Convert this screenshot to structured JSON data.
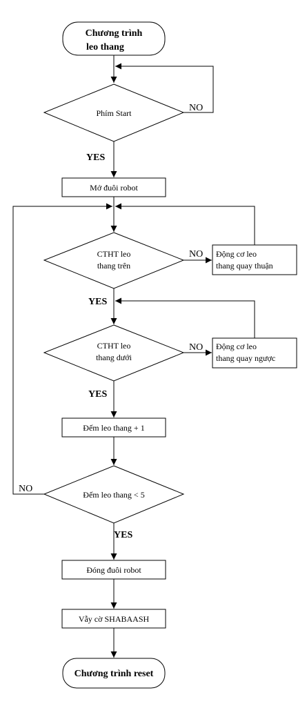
{
  "flowchart": {
    "start_line1": "Chương trình",
    "start_line2": "leo thang",
    "d1_label": "Phím Start",
    "d1_no": "NO",
    "d1_yes": "YES",
    "p1_label": "Mở đuôi robot",
    "d2_line1": "CTHT leo",
    "d2_line2": "thang trên",
    "d2_no": "NO",
    "d2_yes": "YES",
    "side1_line1": "Động cơ leo",
    "side1_line2": "thang quay thuận",
    "d3_line1": "CTHT leo",
    "d3_line2": "thang dưới",
    "d3_no": "NO",
    "d3_yes": "YES",
    "side2_line1": "Động cơ leo",
    "side2_line2": "thang quay ngược",
    "p2_label": "Đếm leo thang + 1",
    "d4_label": "Đếm leo thang < 5",
    "d4_no": "NO",
    "d4_yes": "YES",
    "p3_label": "Đóng đuôi robot",
    "p4_label": "Vẫy cờ SHABAASH",
    "end_label": "Chương trình reset"
  }
}
